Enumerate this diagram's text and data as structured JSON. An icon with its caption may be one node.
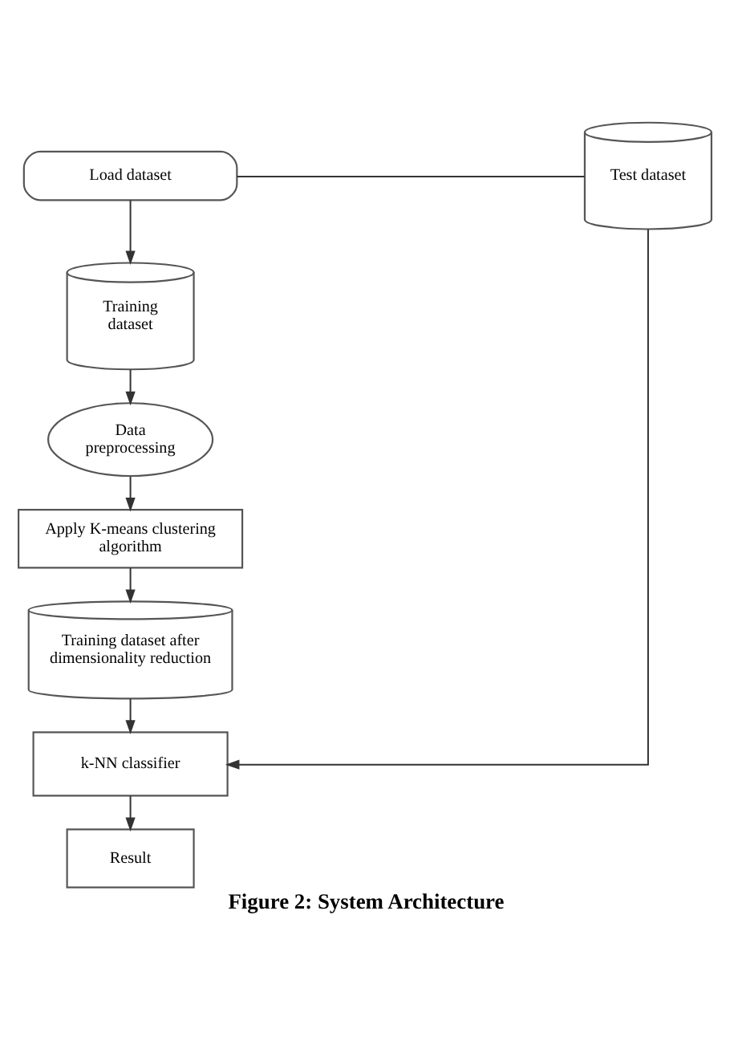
{
  "diagram": {
    "caption": "Figure 2: System Architecture",
    "nodes": [
      {
        "text": [
          "Load dataset"
        ]
      },
      {
        "text": [
          "Test dataset"
        ]
      },
      {
        "text": [
          "Training dataset"
        ]
      },
      {
        "text": [
          "Data preprocessing"
        ]
      },
      {
        "text": [
          "Apply K-means clustering algorithm"
        ]
      },
      {
        "text": [
          "Training dataset after dimensionality reduction"
        ]
      },
      {
        "text": [
          "k-NN classifier"
        ]
      },
      {
        "text": [
          "Result"
        ]
      }
    ],
    "edges": [
      {
        "from": 0,
        "to": 1,
        "arrow": "none"
      },
      {
        "from": 0,
        "to": 2,
        "arrow": "to"
      },
      {
        "from": 2,
        "to": 3,
        "arrow": "to"
      },
      {
        "from": 3,
        "to": 4,
        "arrow": "to"
      },
      {
        "from": 4,
        "to": 5,
        "arrow": "to"
      },
      {
        "from": 5,
        "to": 6,
        "arrow": "to"
      },
      {
        "from": 1,
        "to": 6,
        "arrow": "to"
      },
      {
        "from": 6,
        "to": 7,
        "arrow": "to"
      }
    ]
  }
}
